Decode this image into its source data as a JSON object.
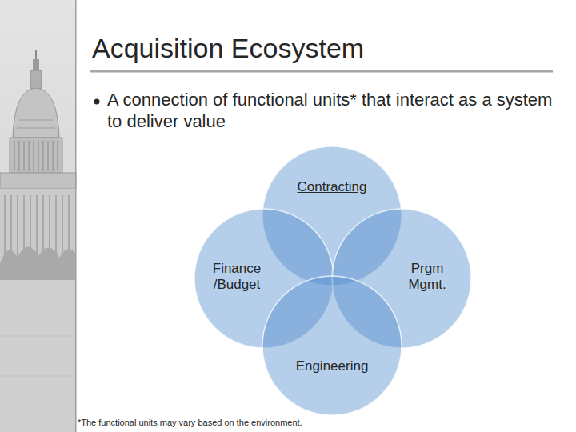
{
  "diagram": {
    "title": "Acquisition Ecosystem",
    "nodes": [
      {
        "text": [
          "Contracting"
        ]
      },
      {
        "text": [
          "Finance /Budget"
        ]
      },
      {
        "text": [
          "Prgm Mgmt."
        ]
      },
      {
        "text": [
          "Engineering"
        ]
      }
    ],
    "labels": [
      "A connection of functional units* that interact as a system to deliver value",
      "*The functional units may vary based on the environment."
    ]
  }
}
